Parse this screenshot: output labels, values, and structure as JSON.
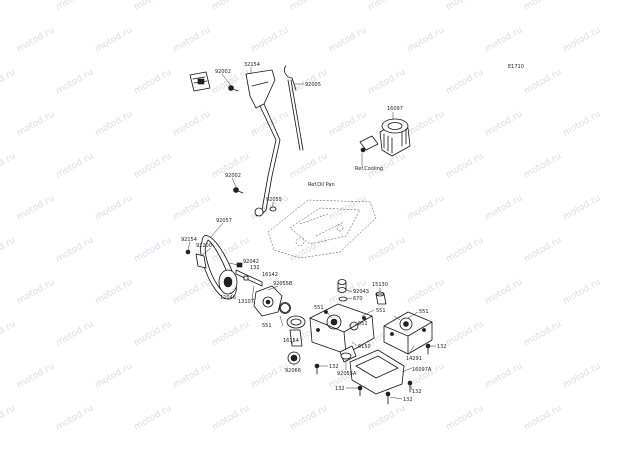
{
  "watermark": {
    "text": "motod.ru"
  },
  "diagram_code": "E1710",
  "callouts": [
    {
      "id": "c32154",
      "text": "32154"
    },
    {
      "id": "c92002a",
      "text": "92002"
    },
    {
      "id": "c92005",
      "text": "92005"
    },
    {
      "id": "c16097",
      "text": "16097"
    },
    {
      "id": "cRefCooling",
      "text": "Ref.Cooling"
    },
    {
      "id": "c92002b",
      "text": "92002"
    },
    {
      "id": "cRefOilPan",
      "text": "Ref.Oil Pan"
    },
    {
      "id": "c92055",
      "text": "92055"
    },
    {
      "id": "c92057",
      "text": "92057"
    },
    {
      "id": "c92154",
      "text": "92154"
    },
    {
      "id": "c92200",
      "text": "92200"
    },
    {
      "id": "c92042",
      "text": "92042"
    },
    {
      "id": "c132a",
      "text": "132"
    },
    {
      "id": "c16142",
      "text": "16142"
    },
    {
      "id": "c12046",
      "text": "12046"
    },
    {
      "id": "c13107",
      "text": "13107"
    },
    {
      "id": "c92055B",
      "text": "92055B"
    },
    {
      "id": "c551a",
      "text": "551"
    },
    {
      "id": "c92043",
      "text": "92043"
    },
    {
      "id": "c670",
      "text": "670"
    },
    {
      "id": "c15130",
      "text": "15130"
    },
    {
      "id": "c551b",
      "text": "551"
    },
    {
      "id": "c551c",
      "text": "551"
    },
    {
      "id": "c551d",
      "text": "551"
    },
    {
      "id": "c551e",
      "text": "551"
    },
    {
      "id": "c16154",
      "text": "16154"
    },
    {
      "id": "c6150",
      "text": "6150"
    },
    {
      "id": "c14291",
      "text": "14291"
    },
    {
      "id": "c132b",
      "text": "132"
    },
    {
      "id": "c92066",
      "text": "92066"
    },
    {
      "id": "c132c",
      "text": "132"
    },
    {
      "id": "c92055A",
      "text": "92055A"
    },
    {
      "id": "c16097A",
      "text": "16097A"
    },
    {
      "id": "c132d",
      "text": "132"
    },
    {
      "id": "c132e",
      "text": "132"
    },
    {
      "id": "c132f",
      "text": "132"
    }
  ]
}
